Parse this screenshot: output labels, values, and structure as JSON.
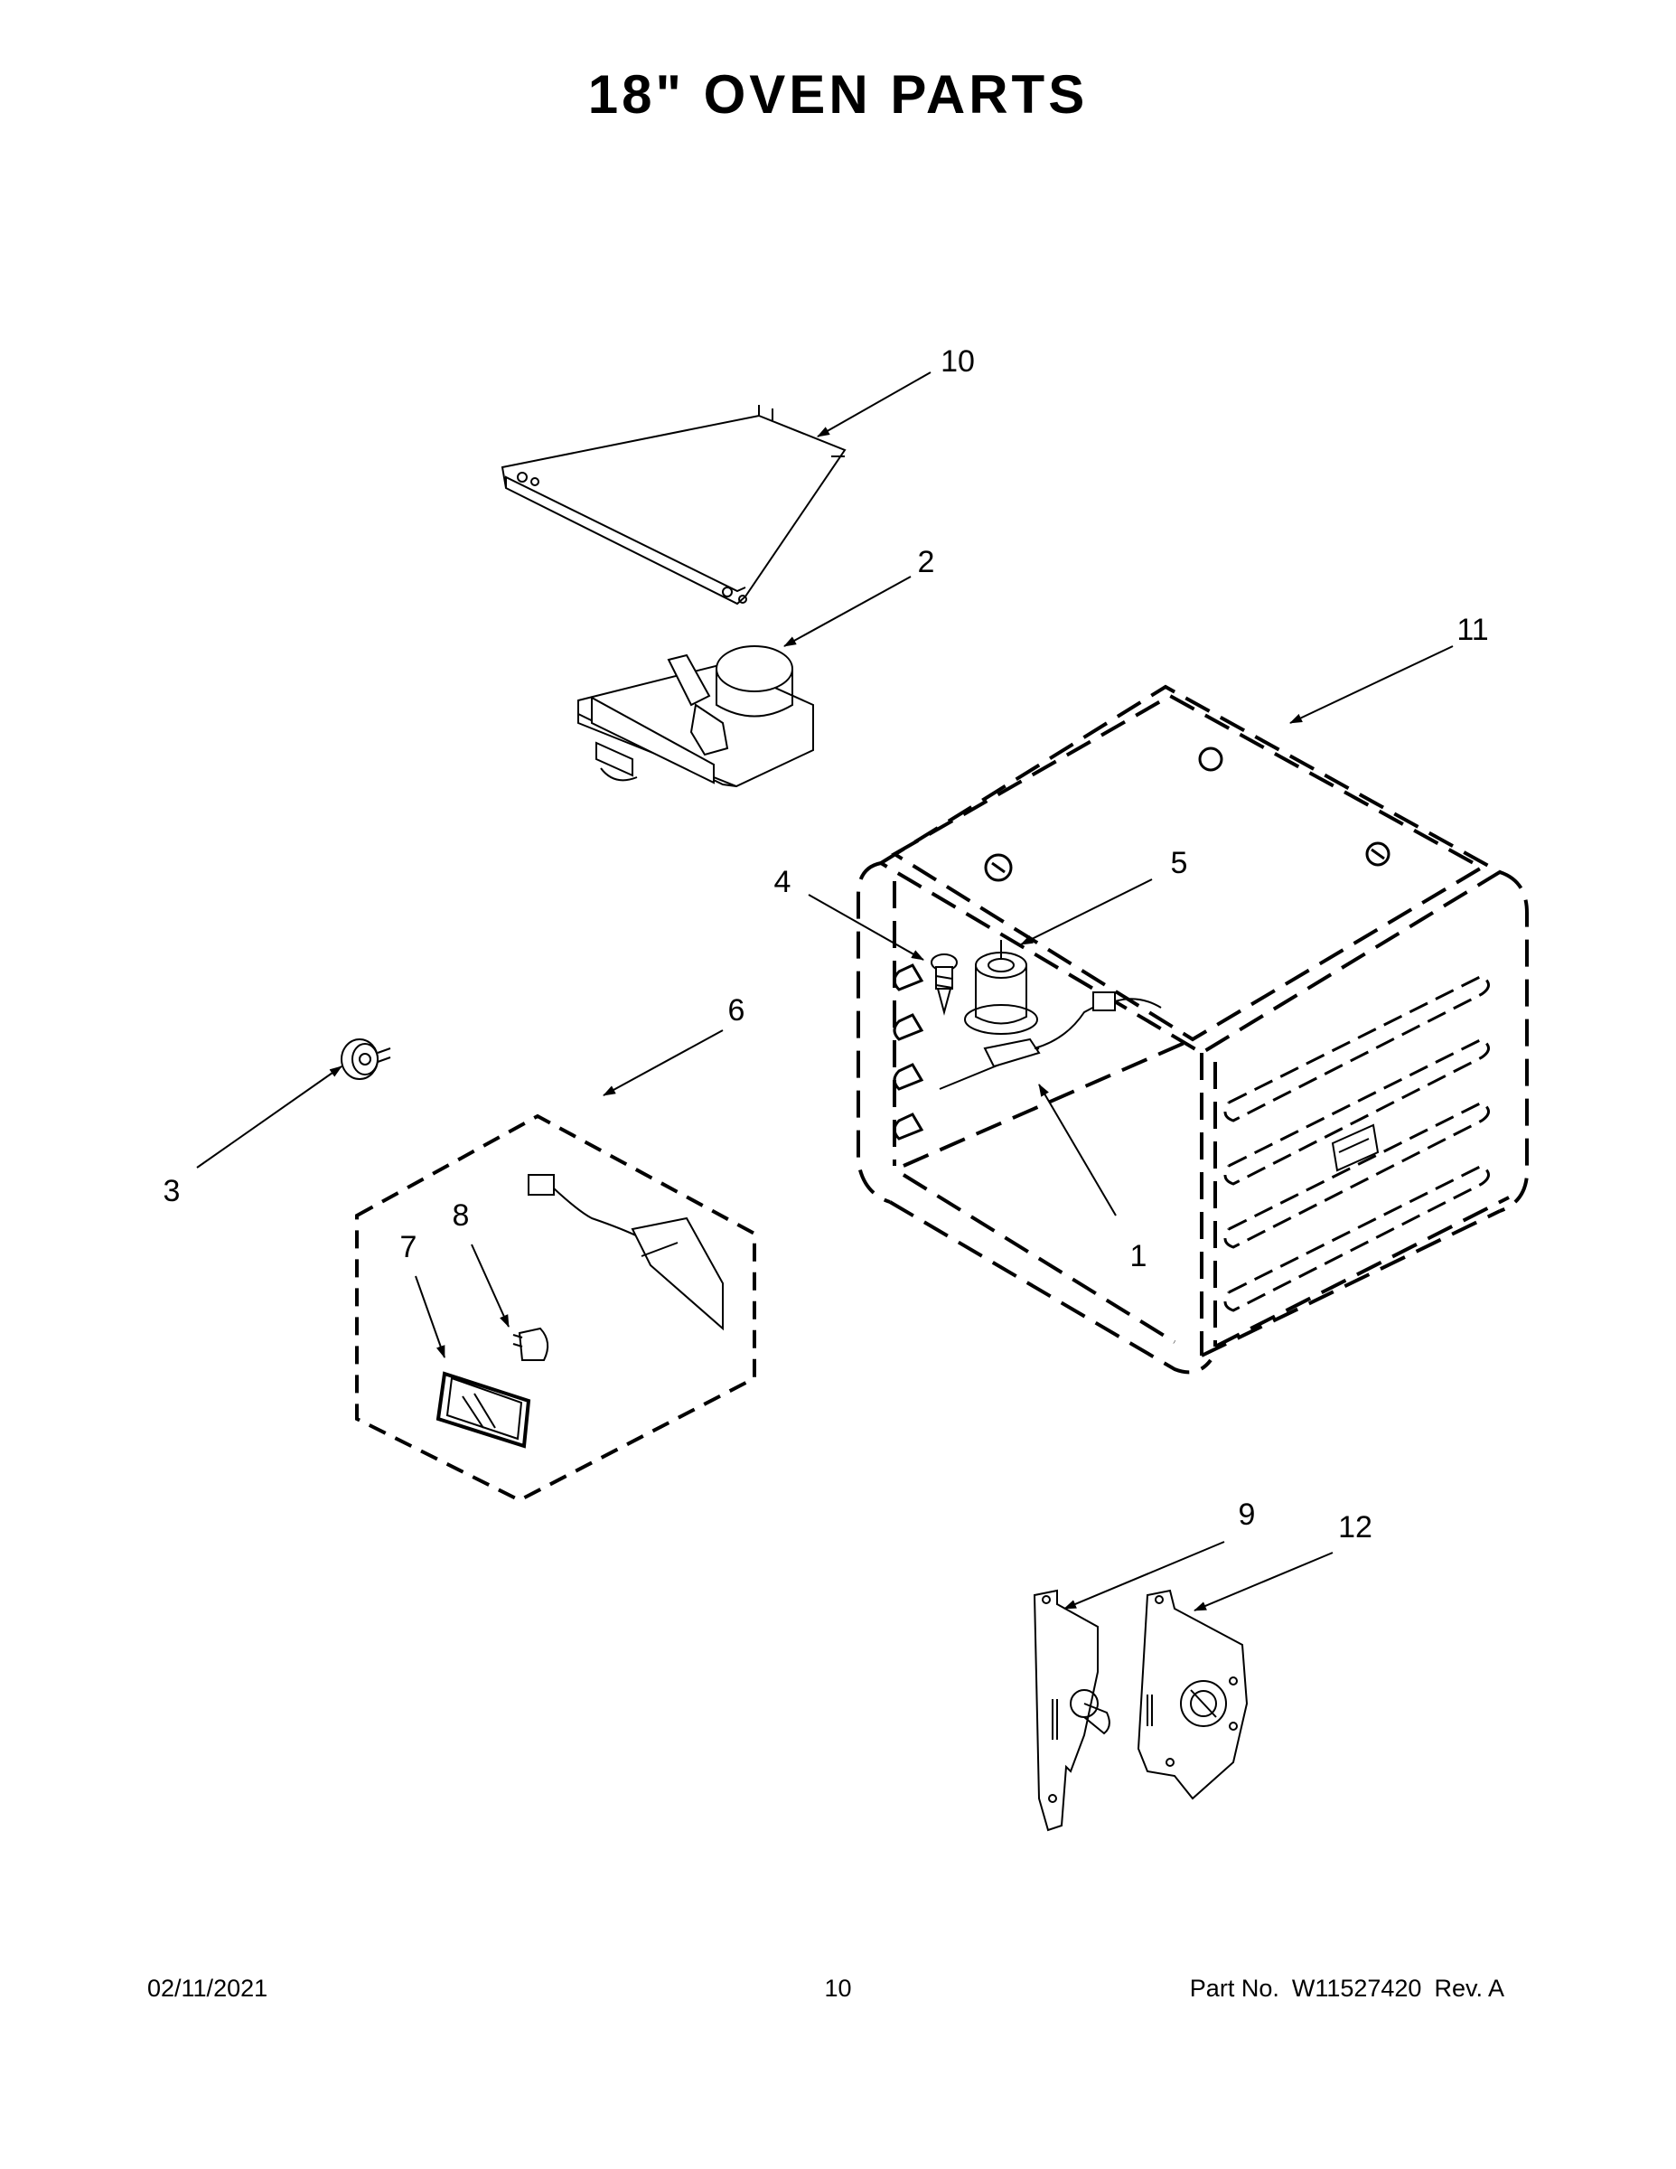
{
  "title": "18\" OVEN PARTS",
  "callouts": {
    "c1": "1",
    "c2": "2",
    "c3": "3",
    "c4": "4",
    "c5": "5",
    "c6": "6",
    "c7": "7",
    "c8": "8",
    "c9": "9",
    "c10": "10",
    "c11": "11",
    "c12": "12"
  },
  "footer": {
    "date": "02/11/2021",
    "page": "10",
    "part_label": "Part No.",
    "part_number": "W11527420",
    "revision": "Rev. A"
  },
  "colors": {
    "ink": "#000000",
    "paper": "#ffffff"
  }
}
